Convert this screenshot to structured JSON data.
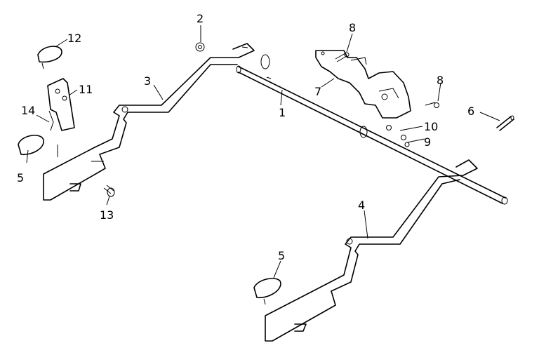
{
  "diagram": {
    "callouts": [
      {
        "id": "1",
        "text": "1"
      },
      {
        "id": "2",
        "text": "2"
      },
      {
        "id": "3",
        "text": "3"
      },
      {
        "id": "4",
        "text": "4"
      },
      {
        "id": "5a",
        "text": "5"
      },
      {
        "id": "5b",
        "text": "5"
      },
      {
        "id": "6",
        "text": "6"
      },
      {
        "id": "7",
        "text": "7"
      },
      {
        "id": "8a",
        "text": "8"
      },
      {
        "id": "8b",
        "text": "8"
      },
      {
        "id": "9",
        "text": "9"
      },
      {
        "id": "10",
        "text": "10"
      },
      {
        "id": "11",
        "text": "11"
      },
      {
        "id": "12",
        "text": "12"
      },
      {
        "id": "13",
        "text": "13"
      },
      {
        "id": "14",
        "text": "14"
      }
    ]
  }
}
